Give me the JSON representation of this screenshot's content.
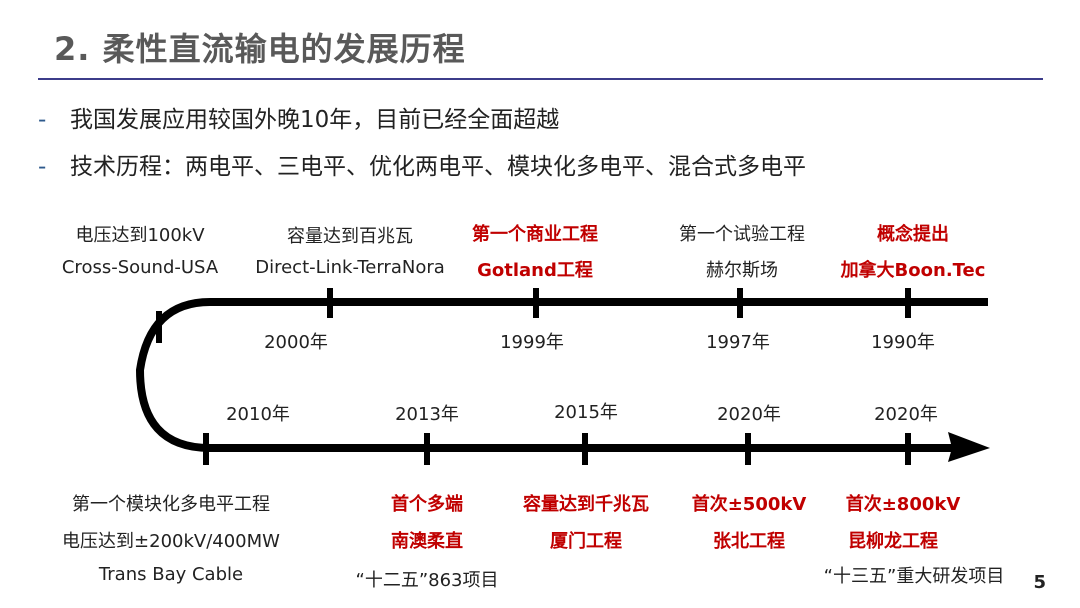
{
  "slide": {
    "title": "2. 柔性直流输电的发展历程",
    "bullets": [
      {
        "marker": "-",
        "text": "我国发展应用较国外晚10年，目前已经全面超越"
      },
      {
        "marker": "-",
        "text": "技术历程：两电平、三电平、优化两电平、模块化多电平、混合式多电平"
      }
    ],
    "page_number": "5"
  },
  "colors": {
    "highlight": "#c00000",
    "rule": "#3c3c8a",
    "title": "#595959"
  },
  "timeline": {
    "upper_track": [
      {
        "year": "1990年",
        "line1": "概念提出",
        "line2": "加拿大Boon.Tec",
        "highlight": true
      },
      {
        "year": "1997年",
        "line1": "第一个试验工程",
        "line2": "赫尔斯场",
        "highlight": false
      },
      {
        "year": "1999年",
        "line1": "第一个商业工程",
        "line2": "Gotland工程",
        "highlight": true
      },
      {
        "year": "2000年",
        "line1": "容量达到百兆瓦",
        "line2": "Direct-Link-TerraNora",
        "highlight": false
      },
      {
        "year": "",
        "line1": "电压达到100kV",
        "line2": "Cross-Sound-USA",
        "highlight": false
      }
    ],
    "lower_track": [
      {
        "year": "2010年",
        "line1": "第一个模块化多电平工程",
        "line2": "电压达到±200kV/400MW",
        "line3": "Trans Bay Cable",
        "highlight": false
      },
      {
        "year": "2013年",
        "line1": "首个多端",
        "line2": "南澳柔直",
        "line3": "“十二五”863项目",
        "highlight": true
      },
      {
        "year": "2015年",
        "line1": "容量达到千兆瓦",
        "line2": "厦门工程",
        "line3": "",
        "highlight": true
      },
      {
        "year": "2020年",
        "line1": "首次±500kV",
        "line2": "张北工程",
        "line3": "",
        "highlight": true
      },
      {
        "year": "2020年",
        "line1": "首次±800kV",
        "line2": "昆柳龙工程",
        "line3": "“十三五”重大研发项目",
        "highlight": true
      }
    ]
  }
}
